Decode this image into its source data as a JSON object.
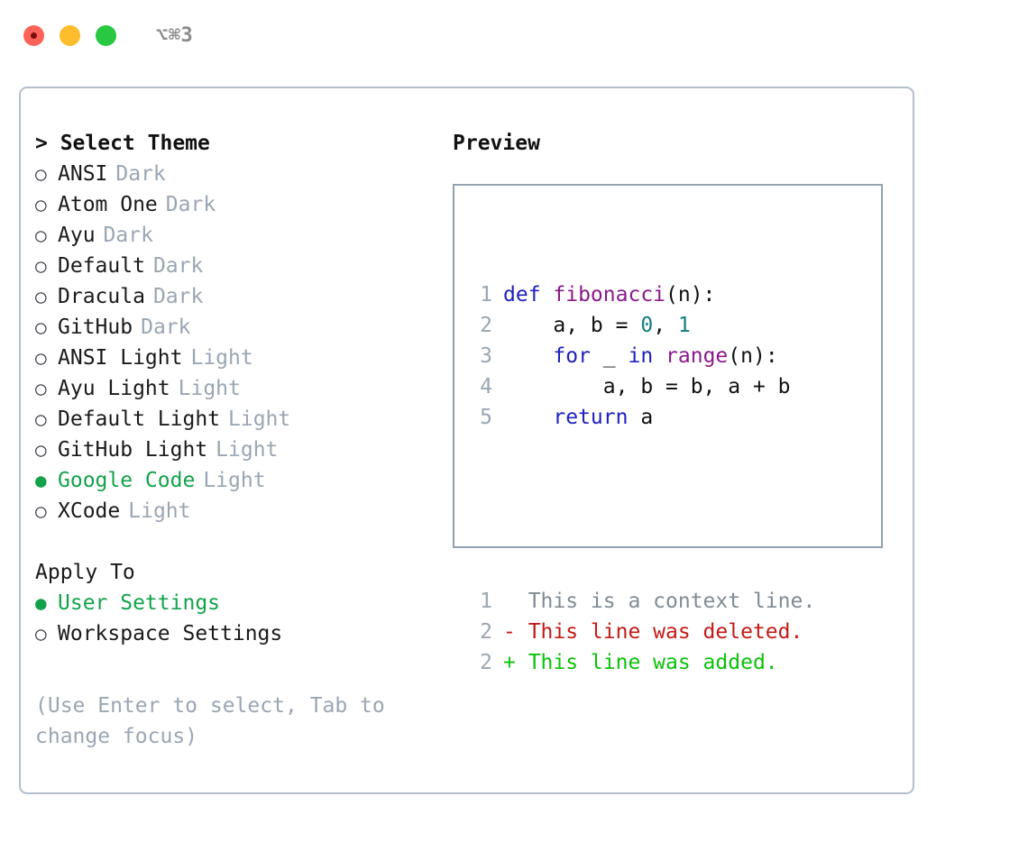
{
  "titlebar": {
    "shortcut": "⌥⌘3",
    "buttons": [
      {
        "name": "close",
        "color": "#ff6259"
      },
      {
        "name": "minimize",
        "color": "#ffbd2e"
      },
      {
        "name": "maximize",
        "color": "#28c840"
      }
    ]
  },
  "theme_picker": {
    "header": "> Select Theme",
    "items": [
      {
        "marker": "○",
        "label": "ANSI",
        "tag": "Dark",
        "selected": false
      },
      {
        "marker": "○",
        "label": "Atom One",
        "tag": "Dark",
        "selected": false
      },
      {
        "marker": "○",
        "label": "Ayu",
        "tag": "Dark",
        "selected": false
      },
      {
        "marker": "○",
        "label": "Default",
        "tag": "Dark",
        "selected": false
      },
      {
        "marker": "○",
        "label": "Dracula",
        "tag": "Dark",
        "selected": false
      },
      {
        "marker": "○",
        "label": "GitHub",
        "tag": "Dark",
        "selected": false
      },
      {
        "marker": "○",
        "label": "ANSI Light",
        "tag": "Light",
        "selected": false
      },
      {
        "marker": "○",
        "label": "Ayu Light",
        "tag": "Light",
        "selected": false
      },
      {
        "marker": "○",
        "label": "Default Light",
        "tag": "Light",
        "selected": false
      },
      {
        "marker": "○",
        "label": "GitHub Light",
        "tag": "Light",
        "selected": false
      },
      {
        "marker": "●",
        "label": "Google Code",
        "tag": "Light",
        "selected": true
      },
      {
        "marker": "○",
        "label": "XCode",
        "tag": "Light",
        "selected": false
      }
    ]
  },
  "apply_to": {
    "header": "Apply To",
    "items": [
      {
        "marker": "●",
        "label": "User Settings",
        "selected": true
      },
      {
        "marker": "○",
        "label": "Workspace Settings",
        "selected": false
      }
    ]
  },
  "hint": "(Use Enter to select, Tab to change focus)",
  "preview": {
    "title": "Preview",
    "code_lines": [
      {
        "no": "1",
        "tokens": [
          {
            "t": "def ",
            "c": "tok-kw"
          },
          {
            "t": "fibonacci",
            "c": "tok-fn"
          },
          {
            "t": "(n):",
            "c": "tok-pl"
          }
        ]
      },
      {
        "no": "2",
        "tokens": [
          {
            "t": "    a, b = ",
            "c": "tok-pl"
          },
          {
            "t": "0",
            "c": "tok-num"
          },
          {
            "t": ", ",
            "c": "tok-pl"
          },
          {
            "t": "1",
            "c": "tok-num"
          }
        ]
      },
      {
        "no": "3",
        "tokens": [
          {
            "t": "    ",
            "c": "tok-pl"
          },
          {
            "t": "for",
            "c": "tok-kw"
          },
          {
            "t": " _ ",
            "c": "tok-pl"
          },
          {
            "t": "in",
            "c": "tok-kw"
          },
          {
            "t": " ",
            "c": "tok-pl"
          },
          {
            "t": "range",
            "c": "tok-fn"
          },
          {
            "t": "(n):",
            "c": "tok-pl"
          }
        ]
      },
      {
        "no": "4",
        "tokens": [
          {
            "t": "        a, b = b, a + b",
            "c": "tok-pl"
          }
        ]
      },
      {
        "no": "5",
        "tokens": [
          {
            "t": "    ",
            "c": "tok-pl"
          },
          {
            "t": "return",
            "c": "tok-kw"
          },
          {
            "t": " a",
            "c": "tok-pl"
          }
        ]
      }
    ],
    "diff_lines": [
      {
        "no": "1",
        "text": "  This is a context line.",
        "kind": "diff-ctx"
      },
      {
        "no": "2",
        "text": "- This line was deleted.",
        "kind": "diff-del"
      },
      {
        "no": "2",
        "text": "+ This line was added.",
        "kind": "diff-add"
      }
    ]
  },
  "colors": {
    "accent_green": "#12a34a",
    "muted": "#9aa6b4",
    "border": "#b4bfcb",
    "preview_border": "#93a1b0",
    "keyword": "#2020c0",
    "function": "#8b1a8b",
    "number": "#11807e",
    "diff_add": "#0ac20a",
    "diff_del": "#c41a16"
  }
}
